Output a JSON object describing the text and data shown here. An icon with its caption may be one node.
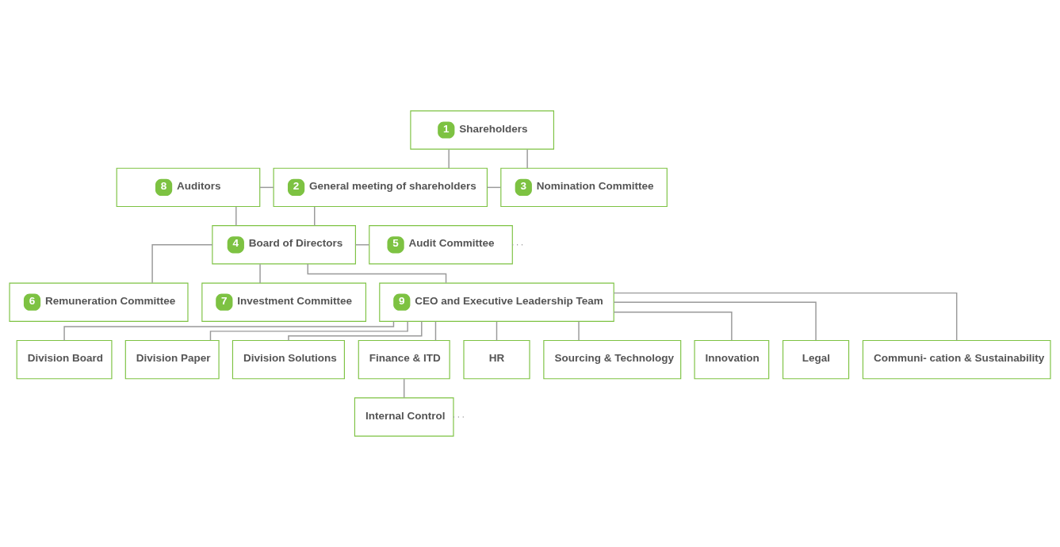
{
  "diagram": {
    "nodes": [
      {
        "text": [
          "1",
          "Shareholders"
        ]
      },
      {
        "text": [
          "2",
          "General meeting of shareholders"
        ]
      },
      {
        "text": [
          "3",
          "Nomination Committee"
        ]
      },
      {
        "text": [
          "8",
          "Auditors"
        ]
      },
      {
        "text": [
          "4",
          "Board of Directors"
        ]
      },
      {
        "text": [
          "5",
          "Audit Committee"
        ]
      },
      {
        "text": [
          "6",
          "Remuneration Committee"
        ]
      },
      {
        "text": [
          "7",
          "Investment Committee"
        ]
      },
      {
        "text": [
          "9",
          "CEO and Executive Leadership Team"
        ]
      },
      {
        "text": [
          "Division Board"
        ]
      },
      {
        "text": [
          "Division Paper"
        ]
      },
      {
        "text": [
          "Division Solutions"
        ]
      },
      {
        "text": [
          "Finance & ITD"
        ]
      },
      {
        "text": [
          "HR"
        ]
      },
      {
        "text": [
          "Sourcing & Technology"
        ]
      },
      {
        "text": [
          "Innovation"
        ]
      },
      {
        "text": [
          "Legal"
        ]
      },
      {
        "text": [
          "Communi- cation & Sustainability"
        ]
      },
      {
        "text": [
          "Internal Control"
        ]
      }
    ],
    "edges": [
      {
        "from": 0,
        "to": 1,
        "arrow": "none"
      },
      {
        "from": 0,
        "to": 2,
        "arrow": "none"
      },
      {
        "from": 3,
        "to": 1,
        "arrow": "none"
      },
      {
        "from": 1,
        "to": 2,
        "arrow": "none"
      },
      {
        "from": 1,
        "to": 4,
        "arrow": "none"
      },
      {
        "from": 3,
        "to": 4,
        "arrow": "none"
      },
      {
        "from": 4,
        "to": 5,
        "arrow": "none"
      },
      {
        "from": 4,
        "to": 6,
        "arrow": "none"
      },
      {
        "from": 4,
        "to": 7,
        "arrow": "none"
      },
      {
        "from": 5,
        "to": null,
        "arrow": "none",
        "style": "dashed"
      },
      {
        "from": 4,
        "to": 8,
        "arrow": "none"
      },
      {
        "from": 8,
        "to": 9,
        "arrow": "none"
      },
      {
        "from": 8,
        "to": 10,
        "arrow": "none"
      },
      {
        "from": 8,
        "to": 11,
        "arrow": "none"
      },
      {
        "from": 8,
        "to": 12,
        "arrow": "none"
      },
      {
        "from": 8,
        "to": 13,
        "arrow": "none"
      },
      {
        "from": 8,
        "to": 14,
        "arrow": "none"
      },
      {
        "from": 8,
        "to": 15,
        "arrow": "none"
      },
      {
        "from": 8,
        "to": 16,
        "arrow": "none"
      },
      {
        "from": 8,
        "to": 17,
        "arrow": "none"
      },
      {
        "from": 12,
        "to": 18,
        "arrow": "none"
      },
      {
        "from": 18,
        "to": null,
        "arrow": "none",
        "style": "dashed"
      }
    ]
  }
}
